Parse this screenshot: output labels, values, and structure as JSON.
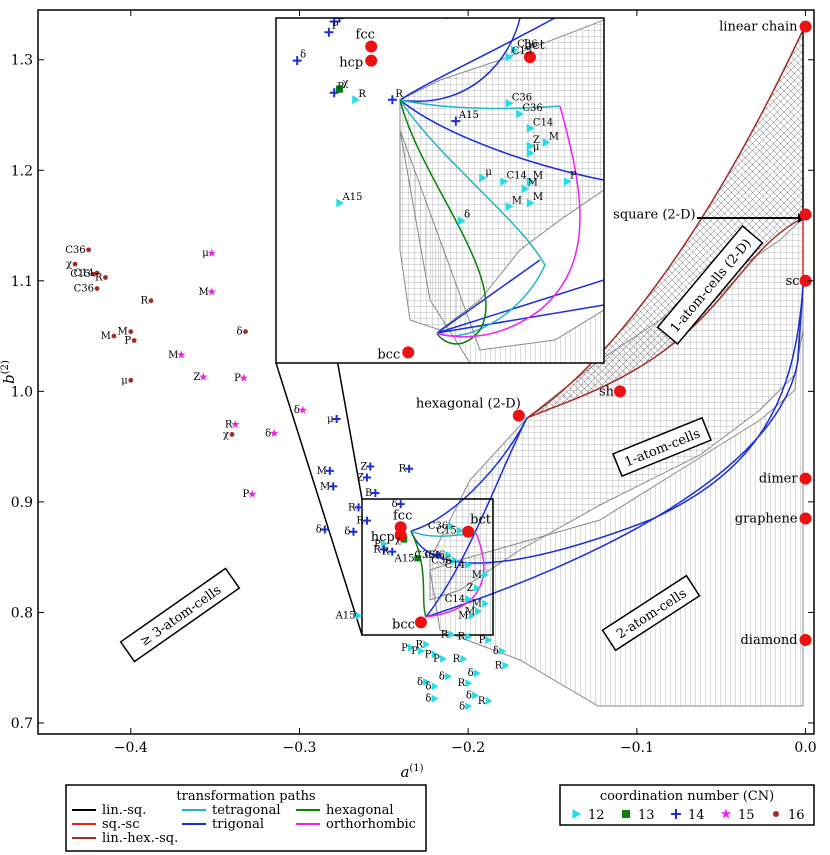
{
  "chart_data": {
    "type": "scatter",
    "xlabel": "a",
    "xlabel_sup": "(1)",
    "ylabel": "b",
    "ylabel_sup": "(2)",
    "xlim": [
      -0.455,
      0.005
    ],
    "ylim": [
      0.69,
      1.345
    ],
    "xticks": [
      -0.4,
      -0.3,
      -0.2,
      -0.1,
      0.0
    ],
    "xtick_labels": [
      "−0.4",
      "−0.3",
      "−0.2",
      "−0.1",
      "0.0"
    ],
    "yticks": [
      0.7,
      0.8,
      0.9,
      1.0,
      1.1,
      1.2,
      1.3
    ],
    "ytick_labels": [
      "0.7",
      "0.8",
      "0.9",
      "1.0",
      "1.1",
      "1.2",
      "1.3"
    ],
    "colors": {
      "lin_sq": "#000000",
      "sq_sc": "#e8211b",
      "lin_hex_sq": "#a52a2a",
      "tetragonal": "#22b5c0",
      "trigonal": "#1a2fd9",
      "hexagonal": "#0a7f0a",
      "orthorhombic": "#ee22ee",
      "cn12": "#22dde6",
      "cn13": "#0a7f0a",
      "cn14": "#1a2fd9",
      "cn15": "#ee22ee",
      "cn16": "#a52a2a",
      "special": "#ee1111"
    },
    "special_points": [
      {
        "name": "linear chain",
        "x": 0.0,
        "y": 1.33
      },
      {
        "name": "square (2-D)",
        "x": 0.0,
        "y": 1.16
      },
      {
        "name": "sc",
        "x": 0.0,
        "y": 1.1
      },
      {
        "name": "sh",
        "x": -0.11,
        "y": 1.0
      },
      {
        "name": "hexagonal (2-D)",
        "x": -0.17,
        "y": 0.978
      },
      {
        "name": "dimer",
        "x": 0.0,
        "y": 0.921
      },
      {
        "name": "graphene",
        "x": 0.0,
        "y": 0.885
      },
      {
        "name": "diamond",
        "x": 0.0,
        "y": 0.775
      },
      {
        "name": "fcc",
        "x": -0.24,
        "y": 0.877
      },
      {
        "name": "hcp",
        "x": -0.24,
        "y": 0.87
      },
      {
        "name": "bct",
        "x": -0.2,
        "y": 0.873
      },
      {
        "name": "bcc",
        "x": -0.228,
        "y": 0.791
      }
    ],
    "region_labels": [
      {
        "text": "1-atom-cells (2-D)"
      },
      {
        "text": "1-atom-cells"
      },
      {
        "text": "2-atom-cells"
      },
      {
        "text": "≥ 3-atom-cells"
      }
    ],
    "series": [
      {
        "name": "12",
        "marker": "triangle",
        "points": [
          {
            "x": -0.265,
            "y": 0.797,
            "label": "A15"
          },
          {
            "x": -0.234,
            "y": 0.768,
            "label": "P"
          },
          {
            "x": -0.225,
            "y": 0.771,
            "label": "R"
          },
          {
            "x": -0.228,
            "y": 0.765,
            "label": "P"
          },
          {
            "x": -0.203,
            "y": 0.758,
            "label": "R"
          },
          {
            "x": -0.22,
            "y": 0.762,
            "label": "P"
          },
          {
            "x": -0.2,
            "y": 0.778,
            "label": "R"
          },
          {
            "x": -0.188,
            "y": 0.775,
            "label": "P"
          },
          {
            "x": -0.21,
            "y": 0.78,
            "label": "R"
          },
          {
            "x": -0.215,
            "y": 0.758,
            "label": "P"
          },
          {
            "x": -0.18,
            "y": 0.765,
            "label": "δ"
          },
          {
            "x": -0.195,
            "y": 0.745,
            "label": "δ"
          },
          {
            "x": -0.212,
            "y": 0.742,
            "label": "δ"
          },
          {
            "x": -0.22,
            "y": 0.733,
            "label": "δ"
          },
          {
            "x": -0.2,
            "y": 0.736,
            "label": "R"
          },
          {
            "x": -0.196,
            "y": 0.725,
            "label": "δ"
          },
          {
            "x": -0.188,
            "y": 0.72,
            "label": "R"
          },
          {
            "x": -0.2,
            "y": 0.715,
            "label": "δ"
          },
          {
            "x": -0.225,
            "y": 0.737,
            "label": "δ"
          },
          {
            "x": -0.22,
            "y": 0.722,
            "label": "δ"
          },
          {
            "x": -0.178,
            "y": 0.752,
            "label": "R"
          },
          {
            "x": -0.25,
            "y": 0.862,
            "label": "P"
          },
          {
            "x": -0.21,
            "y": 0.878,
            "label": "C36"
          },
          {
            "x": -0.205,
            "y": 0.874,
            "label": "C15"
          },
          {
            "x": -0.212,
            "y": 0.852,
            "label": "C36"
          },
          {
            "x": -0.208,
            "y": 0.847,
            "label": "C36"
          },
          {
            "x": -0.2,
            "y": 0.843,
            "label": "C14"
          },
          {
            "x": -0.19,
            "y": 0.834,
            "label": "M"
          },
          {
            "x": -0.195,
            "y": 0.822,
            "label": "Z"
          },
          {
            "x": -0.2,
            "y": 0.812,
            "label": "C14"
          },
          {
            "x": -0.19,
            "y": 0.808,
            "label": "M"
          },
          {
            "x": -0.194,
            "y": 0.801,
            "label": "M"
          },
          {
            "x": -0.198,
            "y": 0.797,
            "label": "M"
          }
        ]
      },
      {
        "name": "13",
        "marker": "square",
        "points": [
          {
            "x": -0.238,
            "y": 0.866,
            "label": "χ"
          },
          {
            "x": -0.23,
            "y": 0.849,
            "label": "A15"
          }
        ]
      },
      {
        "name": "14",
        "marker": "plus",
        "points": [
          {
            "x": -0.282,
            "y": 0.928,
            "label": "M"
          },
          {
            "x": -0.28,
            "y": 0.914,
            "label": "M"
          },
          {
            "x": -0.258,
            "y": 0.932,
            "label": "Z"
          },
          {
            "x": -0.26,
            "y": 0.922,
            "label": "Z"
          },
          {
            "x": -0.255,
            "y": 0.908,
            "label": "B"
          },
          {
            "x": -0.235,
            "y": 0.93,
            "label": "R"
          },
          {
            "x": -0.265,
            "y": 0.895,
            "label": "R"
          },
          {
            "x": -0.26,
            "y": 0.883,
            "label": "R"
          },
          {
            "x": -0.24,
            "y": 0.898,
            "label": "δ"
          },
          {
            "x": -0.268,
            "y": 0.873,
            "label": "δ"
          },
          {
            "x": -0.285,
            "y": 0.875,
            "label": "δ"
          },
          {
            "x": -0.245,
            "y": 0.855,
            "label": "R"
          },
          {
            "x": -0.25,
            "y": 0.857,
            "label": "R"
          },
          {
            "x": -0.218,
            "y": 0.852,
            "label": "C36"
          },
          {
            "x": -0.278,
            "y": 0.975,
            "label": "μ"
          }
        ]
      },
      {
        "name": "15",
        "marker": "star",
        "points": [
          {
            "x": -0.352,
            "y": 1.125,
            "label": "μ"
          },
          {
            "x": -0.352,
            "y": 1.09,
            "label": "M"
          },
          {
            "x": -0.37,
            "y": 1.033,
            "label": "M"
          },
          {
            "x": -0.357,
            "y": 1.013,
            "label": "Z"
          },
          {
            "x": -0.333,
            "y": 1.012,
            "label": "P"
          },
          {
            "x": -0.298,
            "y": 0.983,
            "label": "δ"
          },
          {
            "x": -0.338,
            "y": 0.97,
            "label": "R"
          },
          {
            "x": -0.315,
            "y": 0.962,
            "label": "δ"
          },
          {
            "x": -0.328,
            "y": 0.907,
            "label": "P"
          }
        ]
      },
      {
        "name": "16",
        "marker": "circle",
        "points": [
          {
            "x": -0.425,
            "y": 1.128,
            "label": "C36"
          },
          {
            "x": -0.433,
            "y": 1.115,
            "label": "χ"
          },
          {
            "x": -0.42,
            "y": 1.107,
            "label": "C14"
          },
          {
            "x": -0.422,
            "y": 1.106,
            "label": "C15"
          },
          {
            "x": -0.415,
            "y": 1.103,
            "label": "R"
          },
          {
            "x": -0.42,
            "y": 1.093,
            "label": "C36"
          },
          {
            "x": -0.388,
            "y": 1.082,
            "label": "R"
          },
          {
            "x": -0.41,
            "y": 1.05,
            "label": "M"
          },
          {
            "x": -0.4,
            "y": 1.054,
            "label": "M"
          },
          {
            "x": -0.398,
            "y": 1.046,
            "label": "P"
          },
          {
            "x": -0.4,
            "y": 1.01,
            "label": "μ"
          },
          {
            "x": -0.332,
            "y": 1.054,
            "label": "δ"
          },
          {
            "x": -0.34,
            "y": 0.961,
            "label": "χ"
          }
        ]
      }
    ],
    "inset": {
      "xlim": [
        -0.258,
        -0.196
      ],
      "ylim": [
        0.788,
        0.885
      ],
      "special_points": [
        {
          "name": "fcc",
          "x": -0.24,
          "y": 0.877
        },
        {
          "name": "hcp",
          "x": -0.24,
          "y": 0.873
        },
        {
          "name": "bct",
          "x": -0.21,
          "y": 0.874
        },
        {
          "name": "bcc",
          "x": -0.233,
          "y": 0.791
        }
      ],
      "points": [
        {
          "series": "12",
          "x": -0.213,
          "y": 0.876,
          "label": "C36"
        },
        {
          "series": "12",
          "x": -0.214,
          "y": 0.874,
          "label": "C15"
        },
        {
          "series": "12",
          "x": -0.243,
          "y": 0.862,
          "label": "R"
        },
        {
          "series": "12",
          "x": -0.214,
          "y": 0.861,
          "label": "C36"
        },
        {
          "series": "12",
          "x": -0.212,
          "y": 0.858,
          "label": "C36"
        },
        {
          "series": "12",
          "x": -0.21,
          "y": 0.854,
          "label": "C14"
        },
        {
          "series": "12",
          "x": -0.207,
          "y": 0.85,
          "label": "M"
        },
        {
          "series": "12",
          "x": -0.21,
          "y": 0.849,
          "label": "Z"
        },
        {
          "series": "12",
          "x": -0.21,
          "y": 0.847,
          "label": "μ"
        },
        {
          "series": "12",
          "x": -0.219,
          "y": 0.84,
          "label": "μ"
        },
        {
          "series": "12",
          "x": -0.215,
          "y": 0.839,
          "label": "C14"
        },
        {
          "series": "12",
          "x": -0.21,
          "y": 0.839,
          "label": "M"
        },
        {
          "series": "12",
          "x": -0.203,
          "y": 0.839,
          "label": "P"
        },
        {
          "series": "12",
          "x": -0.211,
          "y": 0.837,
          "label": "M"
        },
        {
          "series": "12",
          "x": -0.246,
          "y": 0.833,
          "label": "A15"
        },
        {
          "series": "12",
          "x": -0.21,
          "y": 0.833,
          "label": "M"
        },
        {
          "series": "12",
          "x": -0.214,
          "y": 0.832,
          "label": "M"
        },
        {
          "series": "12",
          "x": -0.223,
          "y": 0.828,
          "label": "δ"
        },
        {
          "series": "13",
          "x": -0.246,
          "y": 0.865,
          "label": "χ"
        },
        {
          "series": "14",
          "x": -0.247,
          "y": 0.884,
          "label": "P"
        },
        {
          "series": "14",
          "x": -0.246,
          "y": 0.885,
          "label": "δ"
        },
        {
          "series": "14",
          "x": -0.226,
          "y": 0.886,
          "label": "δ"
        },
        {
          "series": "14",
          "x": -0.248,
          "y": 0.881,
          "label": "P"
        },
        {
          "series": "14",
          "x": -0.254,
          "y": 0.873,
          "label": "δ"
        },
        {
          "series": "14",
          "x": -0.247,
          "y": 0.864,
          "label": "P"
        },
        {
          "series": "14",
          "x": -0.236,
          "y": 0.862,
          "label": "R"
        },
        {
          "series": "14",
          "x": -0.224,
          "y": 0.856,
          "label": "A15"
        }
      ]
    },
    "legends": {
      "paths_title": "transformation paths",
      "paths": [
        {
          "label": "lin.-sq.",
          "color": "#000000"
        },
        {
          "label": "sq.-sc",
          "color": "#e8211b"
        },
        {
          "label": "lin.-hex.-sq.",
          "color": "#a52a2a"
        },
        {
          "label": "tetragonal",
          "color": "#22b5c0"
        },
        {
          "label": "trigonal",
          "color": "#1a2fd9"
        },
        {
          "label": "hexagonal",
          "color": "#0a7f0a"
        },
        {
          "label": "orthorhombic",
          "color": "#ee22ee"
        }
      ],
      "cn_title": "coordination number (CN)",
      "cn": [
        {
          "label": "12",
          "marker": "triangle",
          "color": "#22dde6"
        },
        {
          "label": "13",
          "marker": "square",
          "color": "#0a7f0a"
        },
        {
          "label": "14",
          "marker": "plus",
          "color": "#1a2fd9"
        },
        {
          "label": "15",
          "marker": "star",
          "color": "#ee22ee"
        },
        {
          "label": "16",
          "marker": "circle",
          "color": "#a52a2a"
        }
      ]
    }
  }
}
